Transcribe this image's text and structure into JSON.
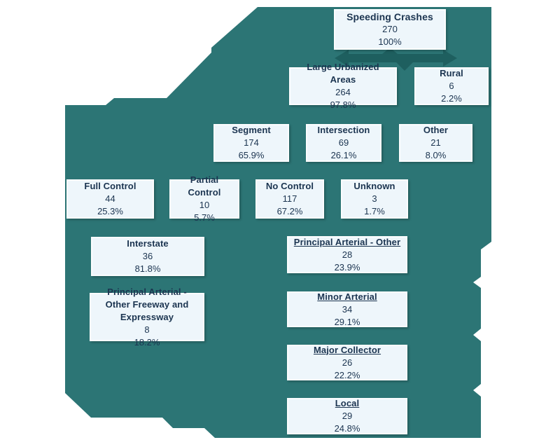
{
  "diagram_title": "Speeding Crashes",
  "colors": {
    "page_bg": "#FFFFFF",
    "canvas": "#2C7575",
    "arrow": "#1E5F5F",
    "box_fill": "#EEF6FB",
    "box_border": "#FBFDFE",
    "text": "#1B3450"
  },
  "nodes": {
    "speeding_crashes": {
      "label": "Speeding Crashes",
      "value": "270",
      "pct": "100%"
    },
    "large_urbanized_areas": {
      "label": "Large Urbanized Areas",
      "value": "264",
      "pct": "97.8%"
    },
    "rural": {
      "label": "Rural",
      "value": "6",
      "pct": "2.2%"
    },
    "segment": {
      "label": "Segment",
      "value": "174",
      "pct": "65.9%"
    },
    "intersection": {
      "label": "Intersection",
      "value": "69",
      "pct": "26.1%"
    },
    "other": {
      "label": "Other",
      "value": "21",
      "pct": "8.0%"
    },
    "full_control": {
      "label": "Full Control",
      "value": "44",
      "pct": "25.3%"
    },
    "partial_control": {
      "label": "Partial Control",
      "value": "10",
      "pct": "5.7%"
    },
    "no_control": {
      "label": "No Control",
      "value": "117",
      "pct": "67.2%"
    },
    "unknown": {
      "label": "Unknown",
      "value": "3",
      "pct": "1.7%"
    },
    "interstate": {
      "label": "Interstate",
      "value": "36",
      "pct": "81.8%"
    },
    "principal_arterial_other": {
      "label": "Principal Arterial - Other",
      "value": "28",
      "pct": "23.9%"
    },
    "pa_other_freeway_expressway": {
      "label": "Principal Arterial - Other Freeway and Expressway",
      "value": "8",
      "pct": "18.2%"
    },
    "minor_arterial": {
      "label": "Minor Arterial",
      "value": "34",
      "pct": "29.1%"
    },
    "major_collector": {
      "label": "Major Collector",
      "value": "26",
      "pct": "22.2%"
    },
    "local": {
      "label": "Local",
      "value": "29",
      "pct": "24.8%"
    }
  }
}
